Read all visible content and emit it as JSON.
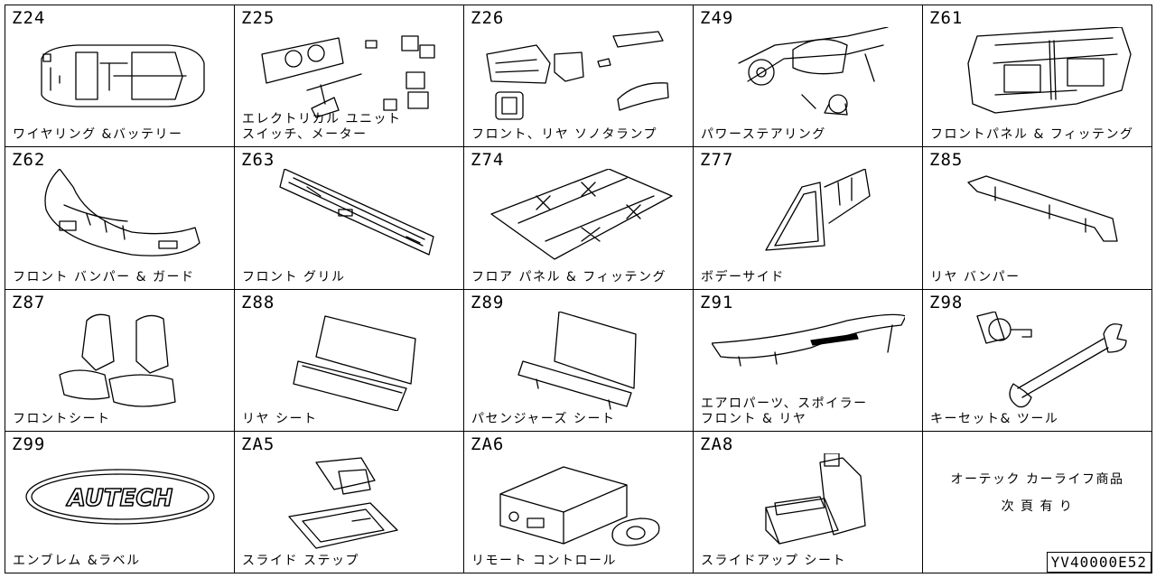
{
  "cells": [
    {
      "code": "Z24",
      "label": "ワイヤリング &バッテリー",
      "icon": "wiring-battery-icon"
    },
    {
      "code": "Z25",
      "label": "エレクトリカル ユニット\nスイッチ、メーター",
      "icon": "electrical-unit-icon"
    },
    {
      "code": "Z26",
      "label": "フロント、リヤ ソノタランプ",
      "icon": "lamp-icon"
    },
    {
      "code": "Z49",
      "label": "パワーステアリング",
      "icon": "power-steering-icon"
    },
    {
      "code": "Z61",
      "label": "フロントパネル & フィッテング",
      "icon": "front-panel-icon"
    },
    {
      "code": "Z62",
      "label": "フロント バンパー & ガード",
      "icon": "front-bumper-icon"
    },
    {
      "code": "Z63",
      "label": "フロント グリル",
      "icon": "front-grille-icon"
    },
    {
      "code": "Z74",
      "label": "フロア パネル & フィッテング",
      "icon": "floor-panel-icon"
    },
    {
      "code": "Z77",
      "label": "ボデーサイド",
      "icon": "body-side-icon"
    },
    {
      "code": "Z85",
      "label": "リヤ バンパー",
      "icon": "rear-bumper-icon"
    },
    {
      "code": "Z87",
      "label": "フロントシート",
      "icon": "front-seat-icon"
    },
    {
      "code": "Z88",
      "label": "リヤ シート",
      "icon": "rear-seat-icon"
    },
    {
      "code": "Z89",
      "label": "パセンジャーズ シート",
      "icon": "passenger-seat-icon"
    },
    {
      "code": "Z91",
      "label": "エアロパーツ、スポイラー\nフロント & リヤ",
      "icon": "spoiler-icon"
    },
    {
      "code": "Z98",
      "label": "キーセット& ツール",
      "icon": "key-tool-icon"
    },
    {
      "code": "Z99",
      "label": "エンブレム &ラベル",
      "icon": "emblem-icon"
    },
    {
      "code": "ZA5",
      "label": "スライド ステップ",
      "icon": "slide-step-icon"
    },
    {
      "code": "ZA6",
      "label": "リモート コントロール",
      "icon": "remote-control-icon"
    },
    {
      "code": "ZA8",
      "label": "スライドアップ シート",
      "icon": "slide-up-seat-icon"
    }
  ],
  "emblem_text": "AUTECH",
  "note": {
    "line1": "オーテック カーライフ商品",
    "line2": "次 頁 有 り"
  },
  "reference_code": "YV40000E52"
}
